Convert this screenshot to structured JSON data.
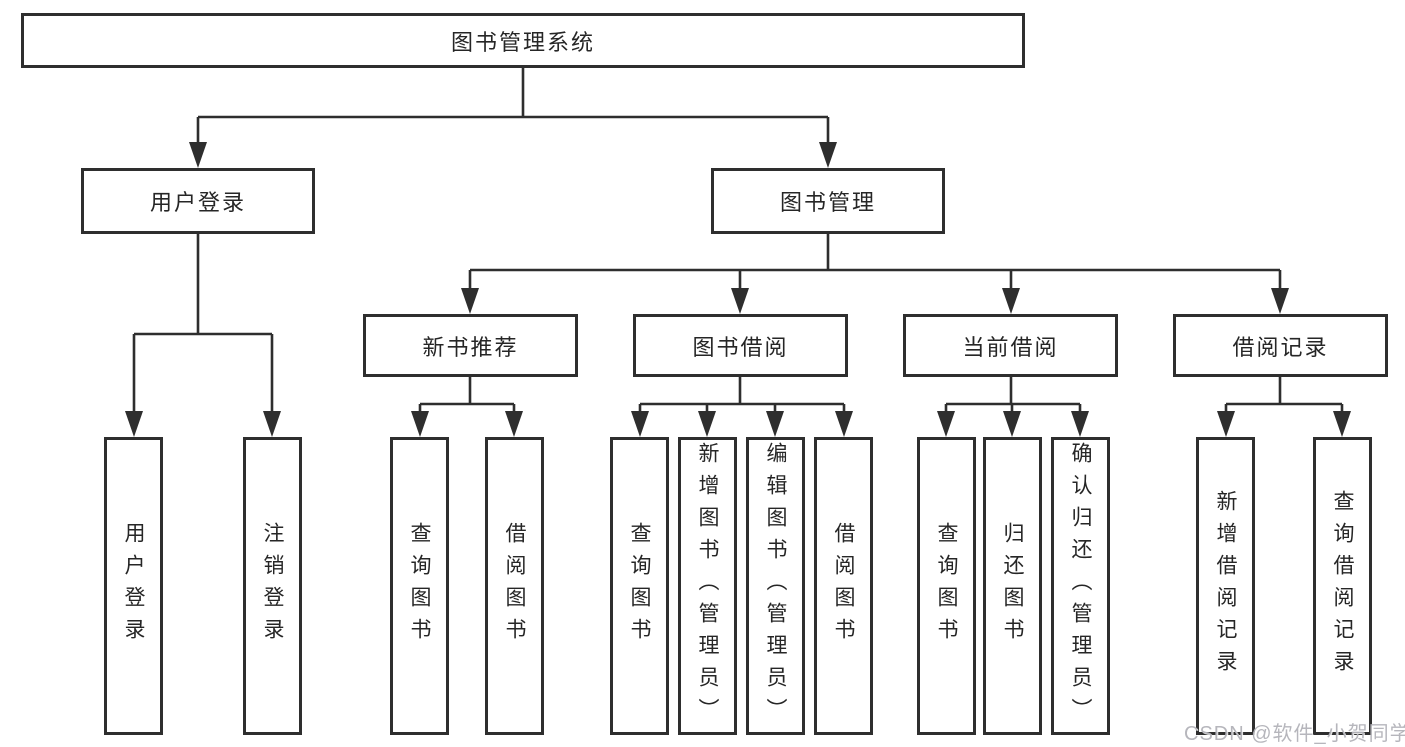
{
  "diagram": {
    "root": {
      "label": "图书管理系统"
    },
    "branches": [
      {
        "label": "用户登录",
        "children": [
          "用户登录",
          "注销登录"
        ]
      },
      {
        "label": "图书管理",
        "children": [
          {
            "label": "新书推荐",
            "children": [
              "查询图书",
              "借阅图书"
            ]
          },
          {
            "label": "图书借阅",
            "children": [
              "查询图书",
              "新增图书（管理员）",
              "编辑图书（管理员）",
              "借阅图书"
            ]
          },
          {
            "label": "当前借阅",
            "children": [
              "查询图书",
              "归还图书",
              "确认归还（管理员）"
            ]
          },
          {
            "label": "借阅记录",
            "children": [
              "新增借阅记录",
              "查询借阅记录"
            ]
          }
        ]
      }
    ]
  },
  "colors": {
    "line": "#2e2e2e",
    "text": "#262626",
    "background": "#ffffff",
    "watermark": "#b2b2b8"
  },
  "watermark": {
    "text": "CSDN @软件_小贺同学"
  }
}
